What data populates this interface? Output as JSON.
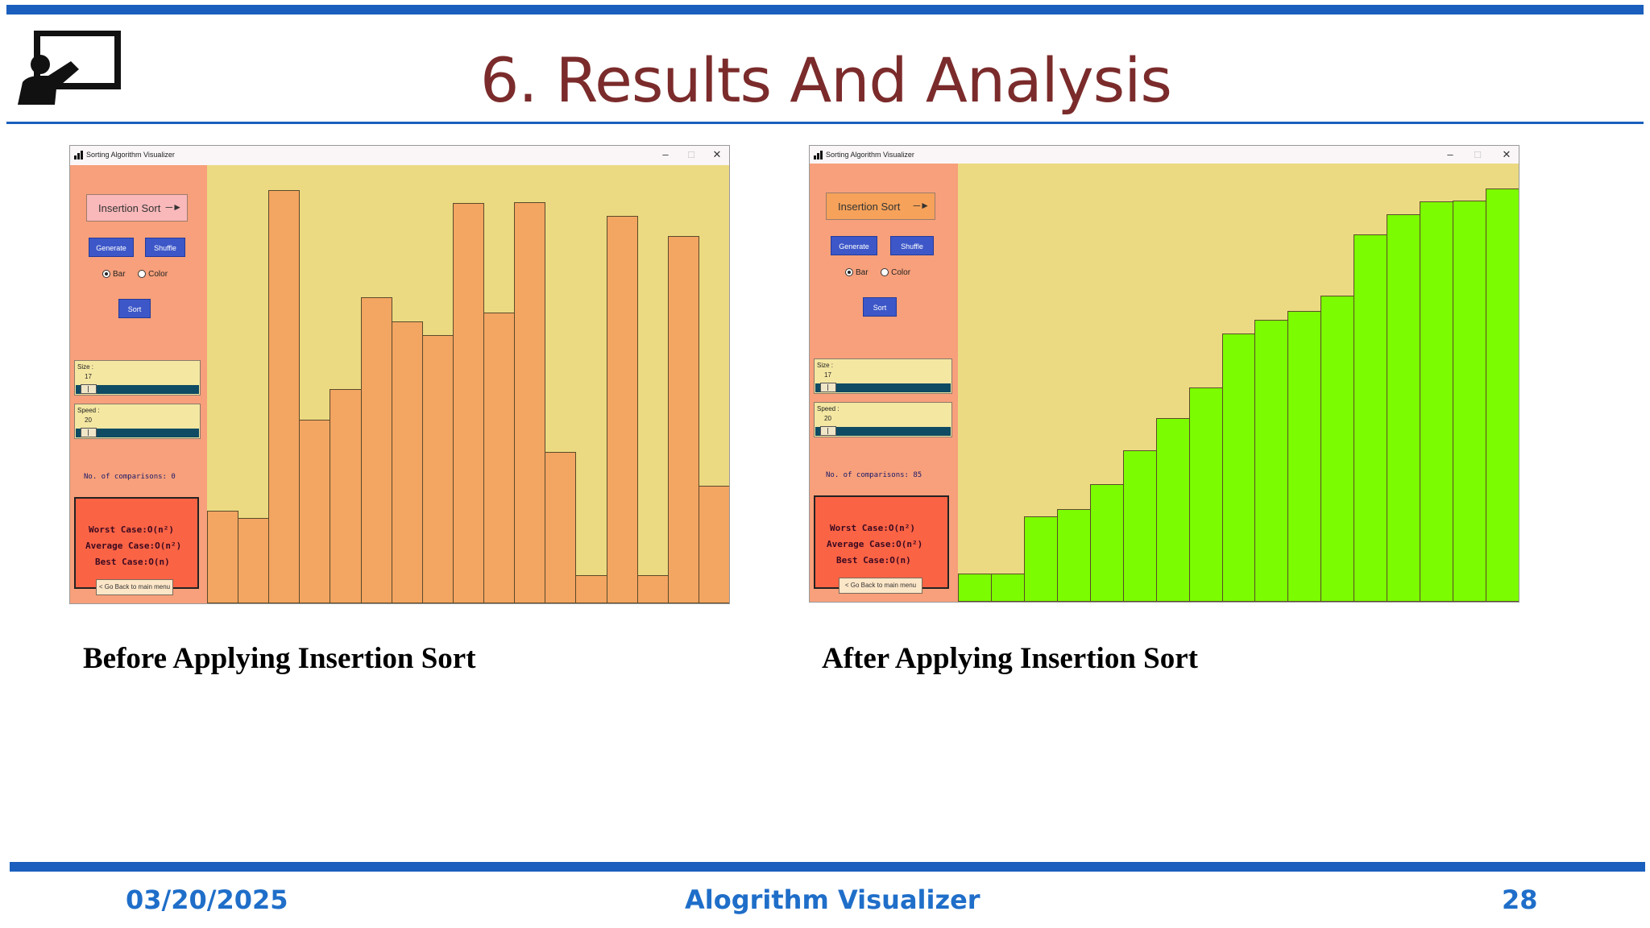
{
  "slide": {
    "title": "6. Results And Analysis",
    "footer_date": "03/20/2025",
    "footer_title": "Alogrithm Visualizer",
    "footer_page": "28",
    "caption_before": "Before Applying Insertion Sort",
    "caption_after": "After Applying Insertion Sort"
  },
  "colors": {
    "accent_blue": "#1a5fbd",
    "title_color": "#7b2b2b",
    "panel_orange": "#f7a07b",
    "canvas_yellow": "#ecda82",
    "bar_unsorted": "#f3a562",
    "bar_sorted": "#7cfc00"
  },
  "icons": [
    "presenter-icon",
    "bar-chart-app-icon",
    "minimize-icon",
    "maximize-icon",
    "close-icon",
    "dropdown-arrow-icon"
  ],
  "windows": [
    {
      "title": "Sorting Algorithm Visualizer",
      "algorithm": "Insertion Sort",
      "generate_label": "Generate",
      "shuffle_label": "Shuffle",
      "radio_bar": "Bar",
      "radio_color": "Color",
      "radio_selected": "Bar",
      "sort_label": "Sort",
      "size_label": "Size :",
      "size_value": "17",
      "speed_label": "Speed :",
      "speed_value": "20",
      "comparisons": "No. of comparisons: 0",
      "worst_case": "Worst Case:O(n²)",
      "average_case": "Average Case:O(n²)",
      "best_case": "Best Case:O(n)",
      "back_label": "< Go Back to main menu",
      "bar_values": [
        110,
        101,
        490,
        218,
        254,
        363,
        335,
        318,
        475,
        345,
        476,
        180,
        33,
        460,
        33,
        436,
        140
      ]
    },
    {
      "title": "Sorting Algorithm Visualizer",
      "algorithm": "Insertion Sort",
      "generate_label": "Generate",
      "shuffle_label": "Shuffle",
      "radio_bar": "Bar",
      "radio_color": "Color",
      "radio_selected": "Bar",
      "sort_label": "Sort",
      "size_label": "Size :",
      "size_value": "17",
      "speed_label": "Speed :",
      "speed_value": "20",
      "comparisons": "No. of comparisons: 85",
      "worst_case": "Worst Case:O(n²)",
      "average_case": "Average Case:O(n²)",
      "best_case": "Best Case:O(n)",
      "back_label": "< Go Back to main menu",
      "bar_values": [
        33,
        33,
        101,
        110,
        140,
        180,
        218,
        254,
        318,
        335,
        345,
        363,
        436,
        460,
        475,
        476,
        490
      ]
    }
  ]
}
